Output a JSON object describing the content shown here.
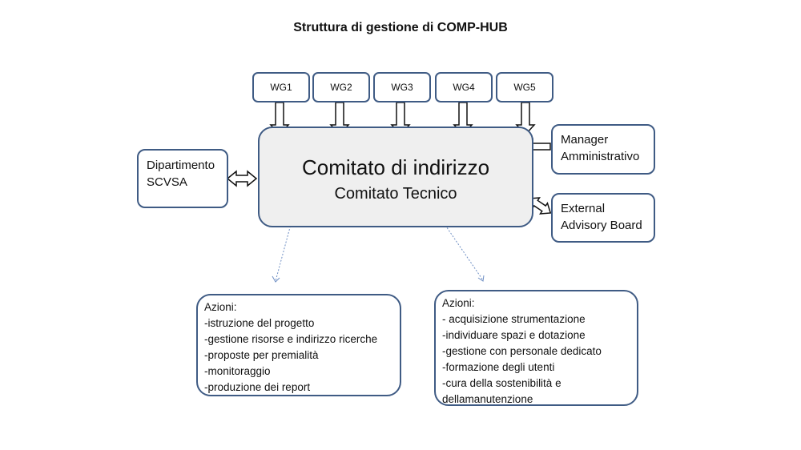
{
  "title": "Struttura di gestione di COMP-HUB",
  "working_groups": [
    "WG1",
    "WG2",
    "WG3",
    "WG4",
    "WG5"
  ],
  "central": {
    "line1": "Comitato di indirizzo",
    "line2": "Comitato Tecnico"
  },
  "left_box": {
    "line1": "Dipartimento",
    "line2": "SCVSA"
  },
  "right_top_box": {
    "line1": "Manager",
    "line2": "Amministrativo"
  },
  "right_bottom_box": {
    "line1": "External",
    "line2": "Advisory Board"
  },
  "actions_left": {
    "heading": "Azioni:",
    "items": [
      "-istruzione del progetto",
      "-gestione risorse e indirizzo ricerche",
      "-proposte per premialità",
      "-monitoraggio",
      "-produzione dei report"
    ]
  },
  "actions_right": {
    "heading": "Azioni:",
    "items": [
      "- acquisizione strumentazione",
      "-individuare spazi e dotazione",
      "-gestione con personale dedicato",
      "-formazione degli utenti",
      "-cura della sostenibilità  e",
      "dellamanutenzione"
    ]
  },
  "colors": {
    "box_border": "#3f5b84",
    "main_fill": "#efefef",
    "dotted_arrow": "#6f8fc4"
  }
}
